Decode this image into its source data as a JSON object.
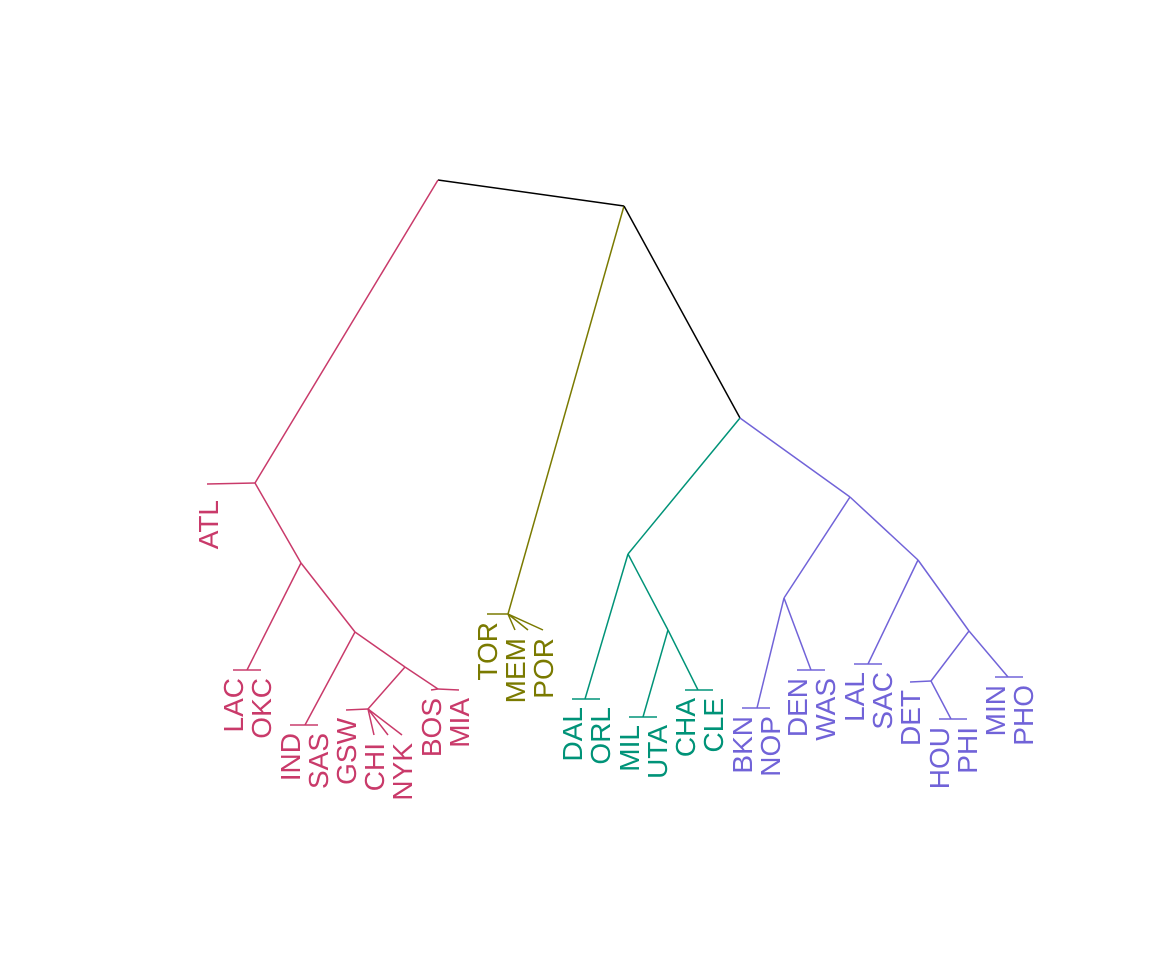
{
  "colors": {
    "root": "#000000",
    "cluster_1": "#c93a6a",
    "cluster_2": "#7a7a00",
    "cluster_3": "#009378",
    "cluster_4": "#7163d8"
  },
  "dendrogram": {
    "leaves": [
      "ATL",
      "LAC",
      "OKC",
      "IND",
      "SAS",
      "GSW",
      "CHI",
      "NYK",
      "BOS",
      "MIA",
      "TOR",
      "MEM",
      "POR",
      "DAL",
      "ORL",
      "MIL",
      "UTA",
      "CHA",
      "CLE",
      "BKN",
      "NOP",
      "DEN",
      "WAS",
      "LAL",
      "SAC",
      "DET",
      "HOU",
      "PHI",
      "MIN",
      "PHO"
    ],
    "clusters": [
      {
        "color_key": "cluster_1",
        "members": [
          "ATL",
          "LAC",
          "OKC",
          "IND",
          "SAS",
          "GSW",
          "CHI",
          "NYK",
          "BOS",
          "MIA"
        ]
      },
      {
        "color_key": "cluster_2",
        "members": [
          "TOR",
          "MEM",
          "POR"
        ]
      },
      {
        "color_key": "cluster_3",
        "members": [
          "DAL",
          "ORL",
          "MIL",
          "UTA",
          "CHA",
          "CLE"
        ]
      },
      {
        "color_key": "cluster_4",
        "members": [
          "BKN",
          "NOP",
          "DEN",
          "WAS",
          "LAL",
          "SAC",
          "DET",
          "HOU",
          "PHI",
          "MIN",
          "PHO"
        ]
      }
    ]
  }
}
